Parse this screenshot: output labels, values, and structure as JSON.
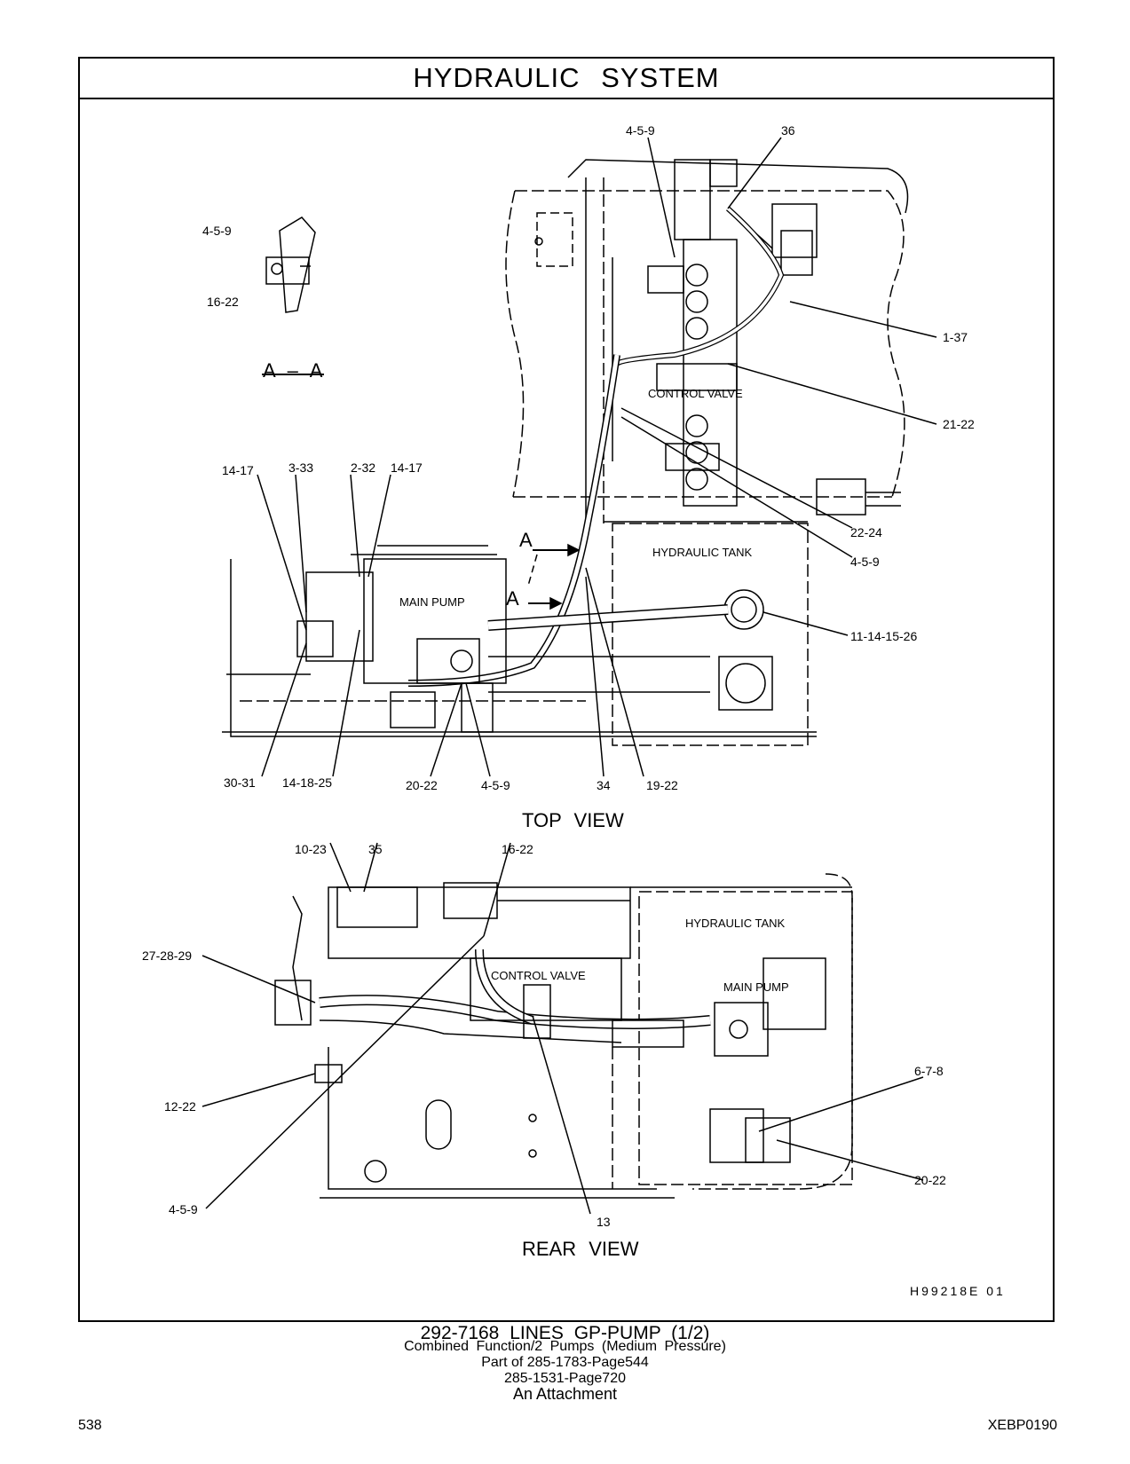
{
  "title": "HYDRAULIC SYSTEM",
  "section_label": "A – A",
  "views": {
    "top": "TOP VIEW",
    "rear": "REAR VIEW"
  },
  "component_labels": {
    "control_valve_top": "CONTROL VALVE",
    "hydraulic_tank_top": "HYDRAULIC TANK",
    "main_pump_top": "MAIN PUMP",
    "control_valve_rear": "CONTROL VALVE",
    "hydraulic_tank_rear": "HYDRAULIC TANK",
    "main_pump_rear": "MAIN PUMP",
    "section_arrow_upper": "A",
    "section_arrow_lower": "A"
  },
  "callouts": {
    "detail": [
      "4-5-9",
      "16-22"
    ],
    "top_view": [
      "4-5-9",
      "36",
      "1-37",
      "21-22",
      "22-24",
      "4-5-9",
      "11-14-15-26",
      "14-17",
      "3-33",
      "2-32",
      "14-17",
      "30-31",
      "14-18-25",
      "20-22",
      "4-5-9",
      "34",
      "19-22"
    ],
    "rear_view": [
      "10-23",
      "35",
      "16-22",
      "27-28-29",
      "12-22",
      "4-5-9",
      "13",
      "6-7-8",
      "20-22"
    ]
  },
  "drawing_id": "H99218E 01",
  "caption": {
    "part": "292-7168 LINES GP-PUMP (1/2)",
    "line2": "Combined Function/2 Pumps (Medium Pressure)",
    "line3": "Part of 285-1783-Page544",
    "line4": "285-1531-Page720",
    "line5": "An Attachment"
  },
  "page_number": "538",
  "document_id": "XEBP0190"
}
